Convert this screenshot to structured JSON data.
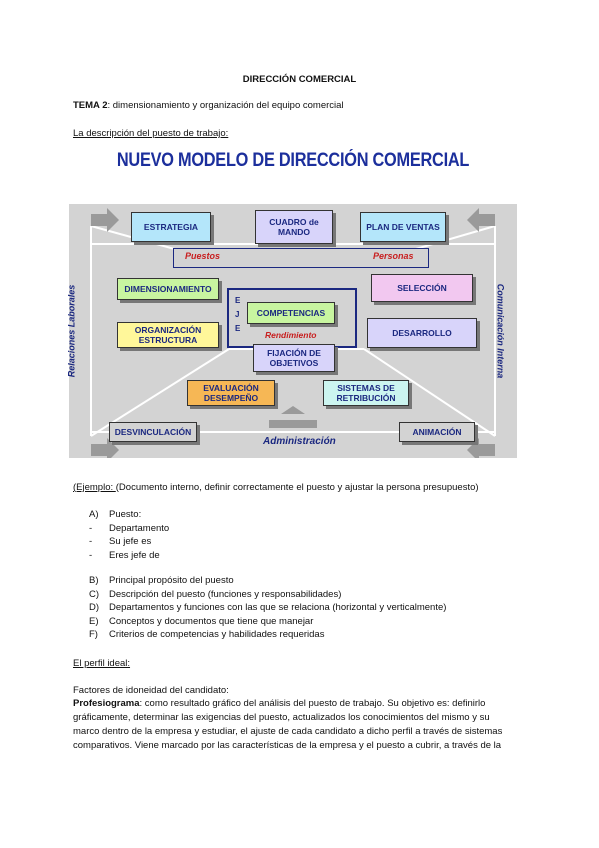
{
  "header": {
    "title": "DIRECCIÓN COMERCIAL"
  },
  "topic": {
    "bold": "TEMA 2",
    "rest": ": dimensionamiento y organización del equipo comercial"
  },
  "section1": "La descripción del puesto de trabajo:",
  "diagram": {
    "title": "NUEVO MODELO DE DIRECCIÓN COMERCIAL",
    "estrategia": "ESTRATEGIA",
    "cuadro": "CUADRO de MANDO",
    "plan": "PLAN DE VENTAS",
    "puestos": "Puestos",
    "personas": "Personas",
    "dimensionamiento": "DIMENSIONAMIENTO",
    "seleccion": "SELECCIÓN",
    "eje": [
      "E",
      "J",
      "E"
    ],
    "competencias": "COMPETENCIAS",
    "rendimiento": "Rendimiento",
    "organizacion": "ORGANIZACIÓN ESTRUCTURA",
    "desarrollo": "DESARROLLO",
    "fijacion": "FIJACIÓN DE OBJETIVOS",
    "evaluacion": "EVALUACIÓN DESEMPEÑO",
    "sistemas": "SISTEMAS DE RETRIBUCIÓN",
    "desvinculacion": "DESVINCULACIÓN",
    "administracion": "Administración",
    "animacion": "ANIMACIÓN",
    "relaciones": "Relaciones Laborales",
    "comunicacion": "Comunicación Interna",
    "colors": {
      "title": "#1c2f9c",
      "panel": "#d3d3d3",
      "green": "#c8f5a0",
      "yellow": "#fff79a",
      "blue": "#b4e6fa",
      "pink": "#f2c8f0",
      "orange": "#f6b755",
      "teal": "#ccf5f0",
      "lilac": "#d8d4fa"
    }
  },
  "example": {
    "label": "(Ejemplo: ",
    "text": " (Documento interno, definir correctamente el puesto y ajustar la persona presupuesto)"
  },
  "listA": [
    {
      "marker": "A)",
      "text": "Puesto:"
    },
    {
      "marker": "-",
      "text": "Departamento"
    },
    {
      "marker": "-",
      "text": "Su jefe es"
    },
    {
      "marker": "-",
      "text": "Eres jefe de"
    }
  ],
  "listB": [
    {
      "marker": "B)",
      "text": "Principal propósito del puesto"
    },
    {
      "marker": "C)",
      "text": "Descripción del puesto (funciones y responsabilidades)"
    },
    {
      "marker": "D)",
      "text": "Departamentos y funciones con las que se relaciona (horizontal y verticalmente)"
    },
    {
      "marker": "E)",
      "text": "Conceptos y documentos que tiene que manejar"
    },
    {
      "marker": "F)",
      "text": "Criterios de competencias y habilidades requeridas"
    }
  ],
  "section2": "El perfil ideal:",
  "factors": "Factores de idoneidad del candidato:",
  "profesiograma": {
    "bold": "Profesiograma",
    "lines": [
      ": como resultado gráfico del análisis del puesto de trabajo. Su objetivo es: definirlo",
      "gráficamente, determinar las exigencias del puesto, actualizados los conocimientos del mismo y su",
      "marco dentro de la empresa y estudiar, el ajuste de cada candidato a dicho perfil a través de sistemas",
      "comparativos. Viene marcado por las características de la empresa y el puesto a cubrir, a través de la"
    ]
  }
}
